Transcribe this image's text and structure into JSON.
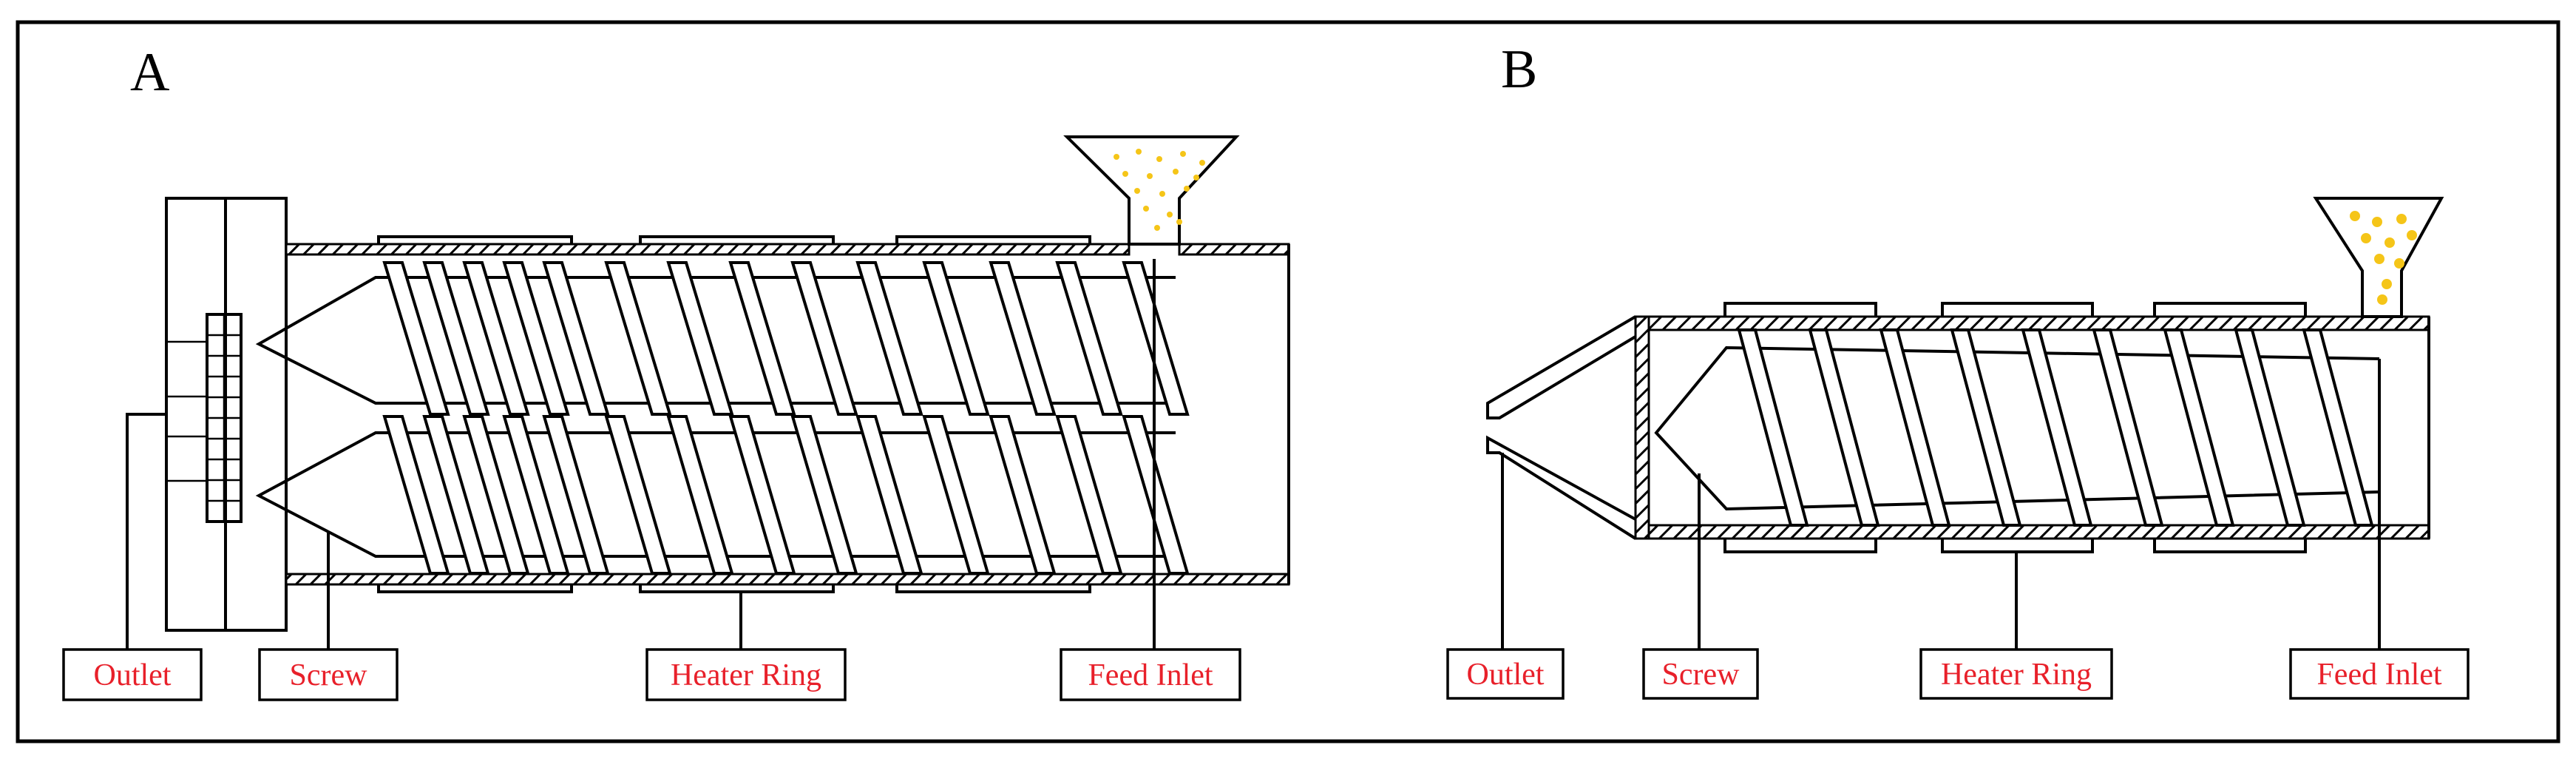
{
  "panels": [
    {
      "letter": "A",
      "labels": {
        "outlet": "Outlet",
        "screw": "Screw",
        "heater": "Heater Ring",
        "feed": "Feed Inlet"
      }
    },
    {
      "letter": "B",
      "labels": {
        "outlet": "Outlet",
        "screw": "Screw",
        "heater": "Heater Ring",
        "feed": "Feed Inlet"
      }
    }
  ],
  "colors": {
    "label_text": "#e8202a",
    "pellets": "#f5c518",
    "line": "#000000"
  }
}
